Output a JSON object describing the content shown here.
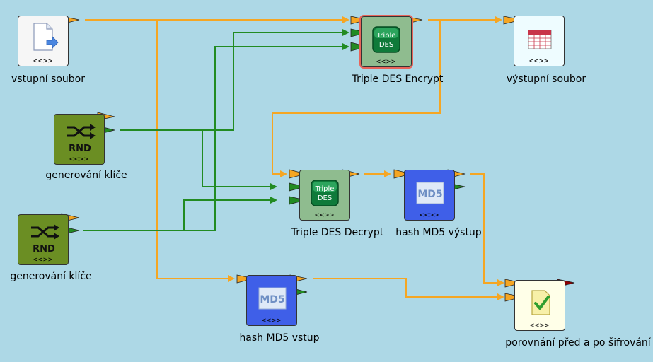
{
  "nodes": {
    "input_file": {
      "label": "vstupní soubor",
      "handle": "<<>>"
    },
    "keygen1": {
      "label": "generování klíče",
      "handle": "<<>>",
      "icon_text": "RND"
    },
    "keygen2": {
      "label": "generování klíče",
      "handle": "<<>>",
      "icon_text": "RND"
    },
    "encrypt": {
      "label": "Triple DES Encrypt",
      "handle": "<<>>",
      "icon_text_1": "Triple",
      "icon_text_2": "DES"
    },
    "decrypt": {
      "label": "Triple DES Decrypt",
      "handle": "<<>>",
      "icon_text_1": "Triple",
      "icon_text_2": "DES"
    },
    "output_file": {
      "label": "výstupní soubor",
      "handle": "<<>>"
    },
    "hash_out": {
      "label": "hash MD5 výstup",
      "handle": "<<>>",
      "icon_text": "MD5"
    },
    "hash_in": {
      "label": "hash MD5 vstup",
      "handle": "<<>>",
      "icon_text": "MD5"
    },
    "compare": {
      "label": "porovnání před a po šifrování",
      "handle": "<<>>"
    }
  },
  "colors": {
    "background": "#add8e6",
    "edge_data": "#f5a623",
    "edge_key": "#228b22",
    "port_out_error": "#8b0000"
  }
}
